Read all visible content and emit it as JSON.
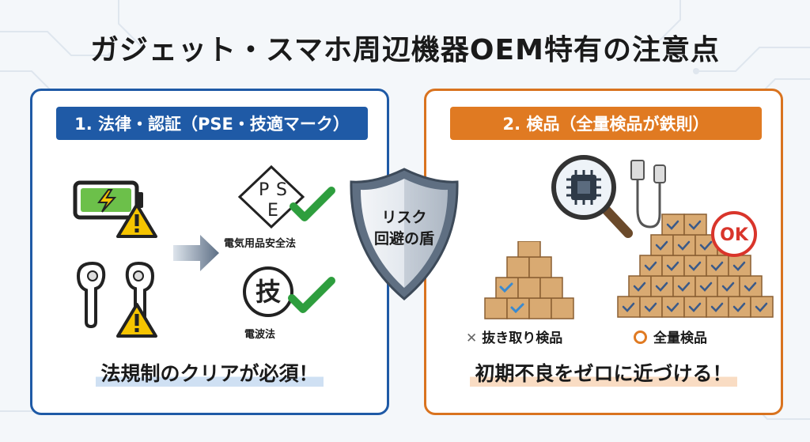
{
  "title": "ガジェット・スマホ周辺機器OEM特有の注意点",
  "left_panel": {
    "header": "1. 法律・認証（PSE・技適マーク）",
    "pse_mark_letters": [
      "P",
      "S",
      "E"
    ],
    "pse_label": "電気用品安全法",
    "giteki_mark": "技",
    "giteki_label": "電波法",
    "footer": "法規制のクリアが必須！"
  },
  "shield": {
    "line1": "リスク",
    "line2": "回避の盾"
  },
  "right_panel": {
    "header": "2. 検品（全量検品が鉄則）",
    "ok_badge": "OK",
    "sampling_label": "抜き取り検品",
    "sampling_symbol": "✕",
    "full_label": "全量検品",
    "footer": "初期不良をゼロに近づける！"
  },
  "colors": {
    "blue": "#1f5aa6",
    "orange": "#e07a22",
    "green": "#2e9e3e",
    "warning_yellow": "#f5c400",
    "box_tan": "#d9aa72"
  }
}
